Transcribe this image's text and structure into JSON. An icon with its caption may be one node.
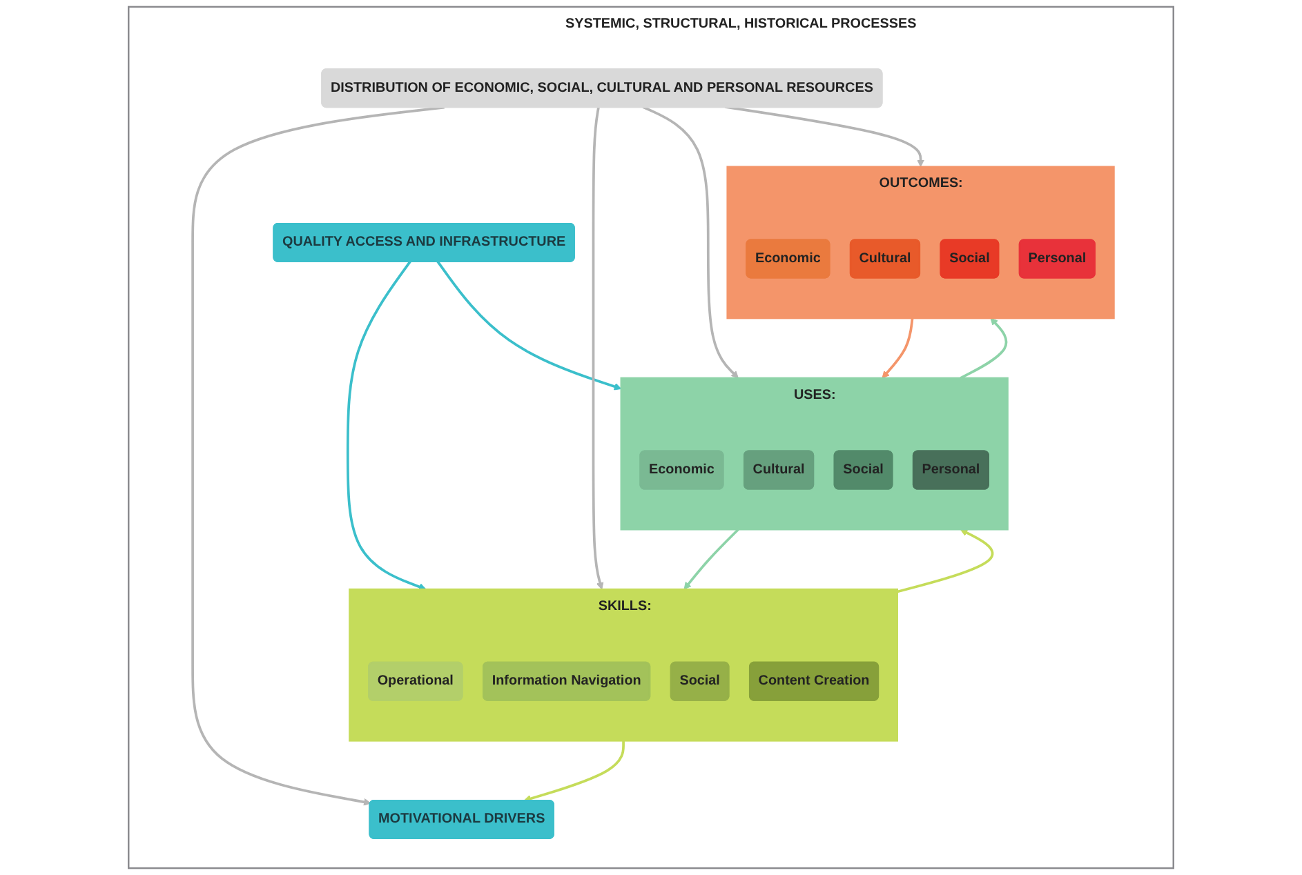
{
  "diagram": {
    "nodes": [
      {
        "text": [
          "SYSTEMIC, STRUCTURAL, HISTORICAL PROCESSES"
        ]
      },
      {
        "text": [
          "QUALITY ACCESS AND INFRASTRUCTURE"
        ],
        "in": 0
      },
      {
        "text": [
          "MOTIVATIONAL DRIVERS"
        ],
        "in": 0
      },
      {
        "text": [
          "SKILLS:"
        ],
        "in": 0
      },
      {
        "text": [
          "Operational"
        ],
        "in": 3
      },
      {
        "text": [
          "Information Navigation"
        ],
        "in": 3
      },
      {
        "text": [
          "Social"
        ],
        "in": 3
      },
      {
        "text": [
          "Content Creation"
        ],
        "in": 3
      },
      {
        "text": [
          "USES:"
        ],
        "in": 0
      },
      {
        "text": [
          "Economic"
        ],
        "in": 8
      },
      {
        "text": [
          "Cultural"
        ],
        "in": 8
      },
      {
        "text": [
          "Social"
        ],
        "in": 8
      },
      {
        "text": [
          "Personal"
        ],
        "in": 8
      },
      {
        "text": [
          "OUTCOMES:"
        ],
        "in": 0
      },
      {
        "text": [
          "Economic"
        ],
        "in": 13
      },
      {
        "text": [
          "Cultural"
        ],
        "in": 13
      },
      {
        "text": [
          "Social"
        ],
        "in": 13
      },
      {
        "text": [
          "Personal"
        ],
        "in": 13
      },
      {
        "text": [
          "DISTRIBUTION OF ECONOMIC, SOCIAL, CULTURAL AND PERSONAL RESOURCES"
        ],
        "in": 0
      }
    ],
    "edges": [
      {
        "from": 1,
        "to": 3,
        "arrow": "to",
        "color": "#3bbfcb"
      },
      {
        "from": 1,
        "to": 8,
        "arrow": "to",
        "color": "#3bbfcb"
      },
      {
        "from": 3,
        "to": 8,
        "arrow": "to",
        "color": "#c5dc5a"
      },
      {
        "from": 8,
        "to": 13,
        "arrow": "to",
        "color": "#8dd3a8"
      },
      {
        "from": 3,
        "to": 2,
        "arrow": "to",
        "color": "#c5dc5a"
      },
      {
        "from": 8,
        "to": 3,
        "arrow": "to",
        "color": "#8dd3a8"
      },
      {
        "from": 13,
        "to": 8,
        "arrow": "to",
        "color": "#f4956a"
      },
      {
        "from": 18,
        "to": 2,
        "arrow": "to"
      },
      {
        "from": 18,
        "to": 3,
        "arrow": "to"
      },
      {
        "from": 18,
        "to": 8,
        "arrow": "to"
      },
      {
        "from": 18,
        "to": 13,
        "arrow": "to"
      }
    ]
  }
}
